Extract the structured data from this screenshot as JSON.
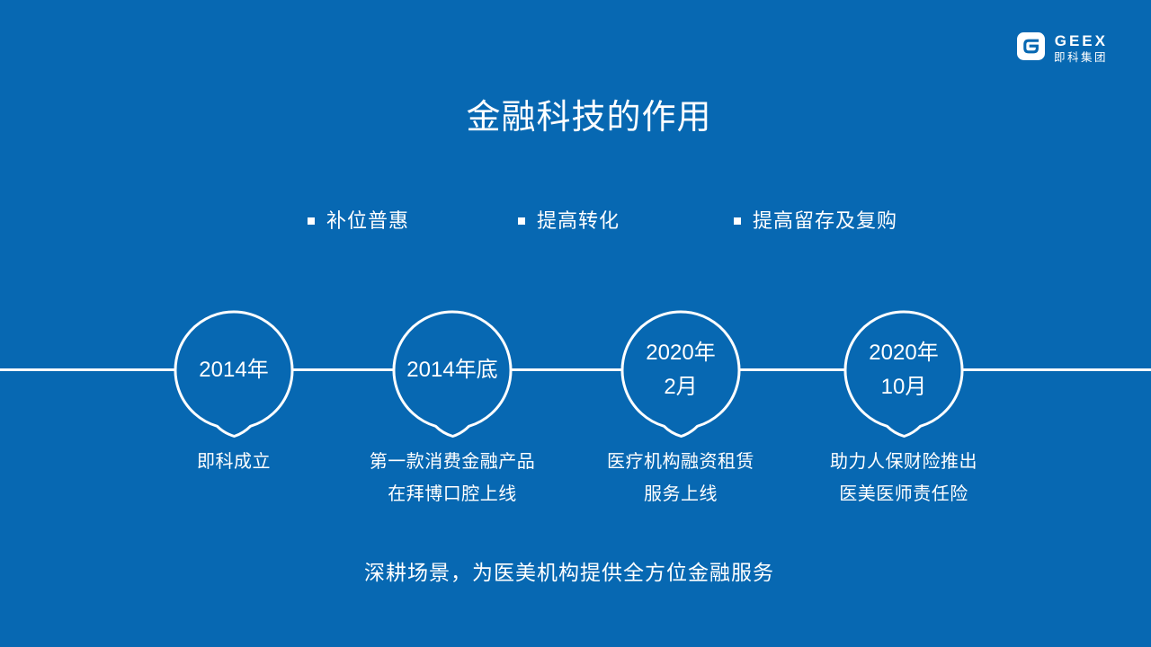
{
  "slide": {
    "background_color": "#0768b2",
    "foreground_color": "#ffffff"
  },
  "logo": {
    "brand": "GEEX",
    "brand_cn": "即科集团",
    "icon": "geex-g-icon"
  },
  "title": "金融科技的作用",
  "bullets": [
    {
      "label": "补位普惠"
    },
    {
      "label": "提高转化"
    },
    {
      "label": "提高留存及复购"
    }
  ],
  "timeline": {
    "nodes": [
      {
        "date_lines": [
          "2014年"
        ],
        "desc_lines": [
          "即科成立"
        ]
      },
      {
        "date_lines": [
          "2014年底"
        ],
        "desc_lines": [
          "第一款消费金融产品",
          "在拜博口腔上线"
        ]
      },
      {
        "date_lines": [
          "2020年",
          "2月"
        ],
        "desc_lines": [
          "医疗机构融资租赁",
          "服务上线"
        ]
      },
      {
        "date_lines": [
          "2020年",
          "10月"
        ],
        "desc_lines": [
          "助力人保财险推出",
          "医美医师责任险"
        ]
      }
    ]
  },
  "tagline": "深耕场景，为医美机构提供全方位金融服务"
}
